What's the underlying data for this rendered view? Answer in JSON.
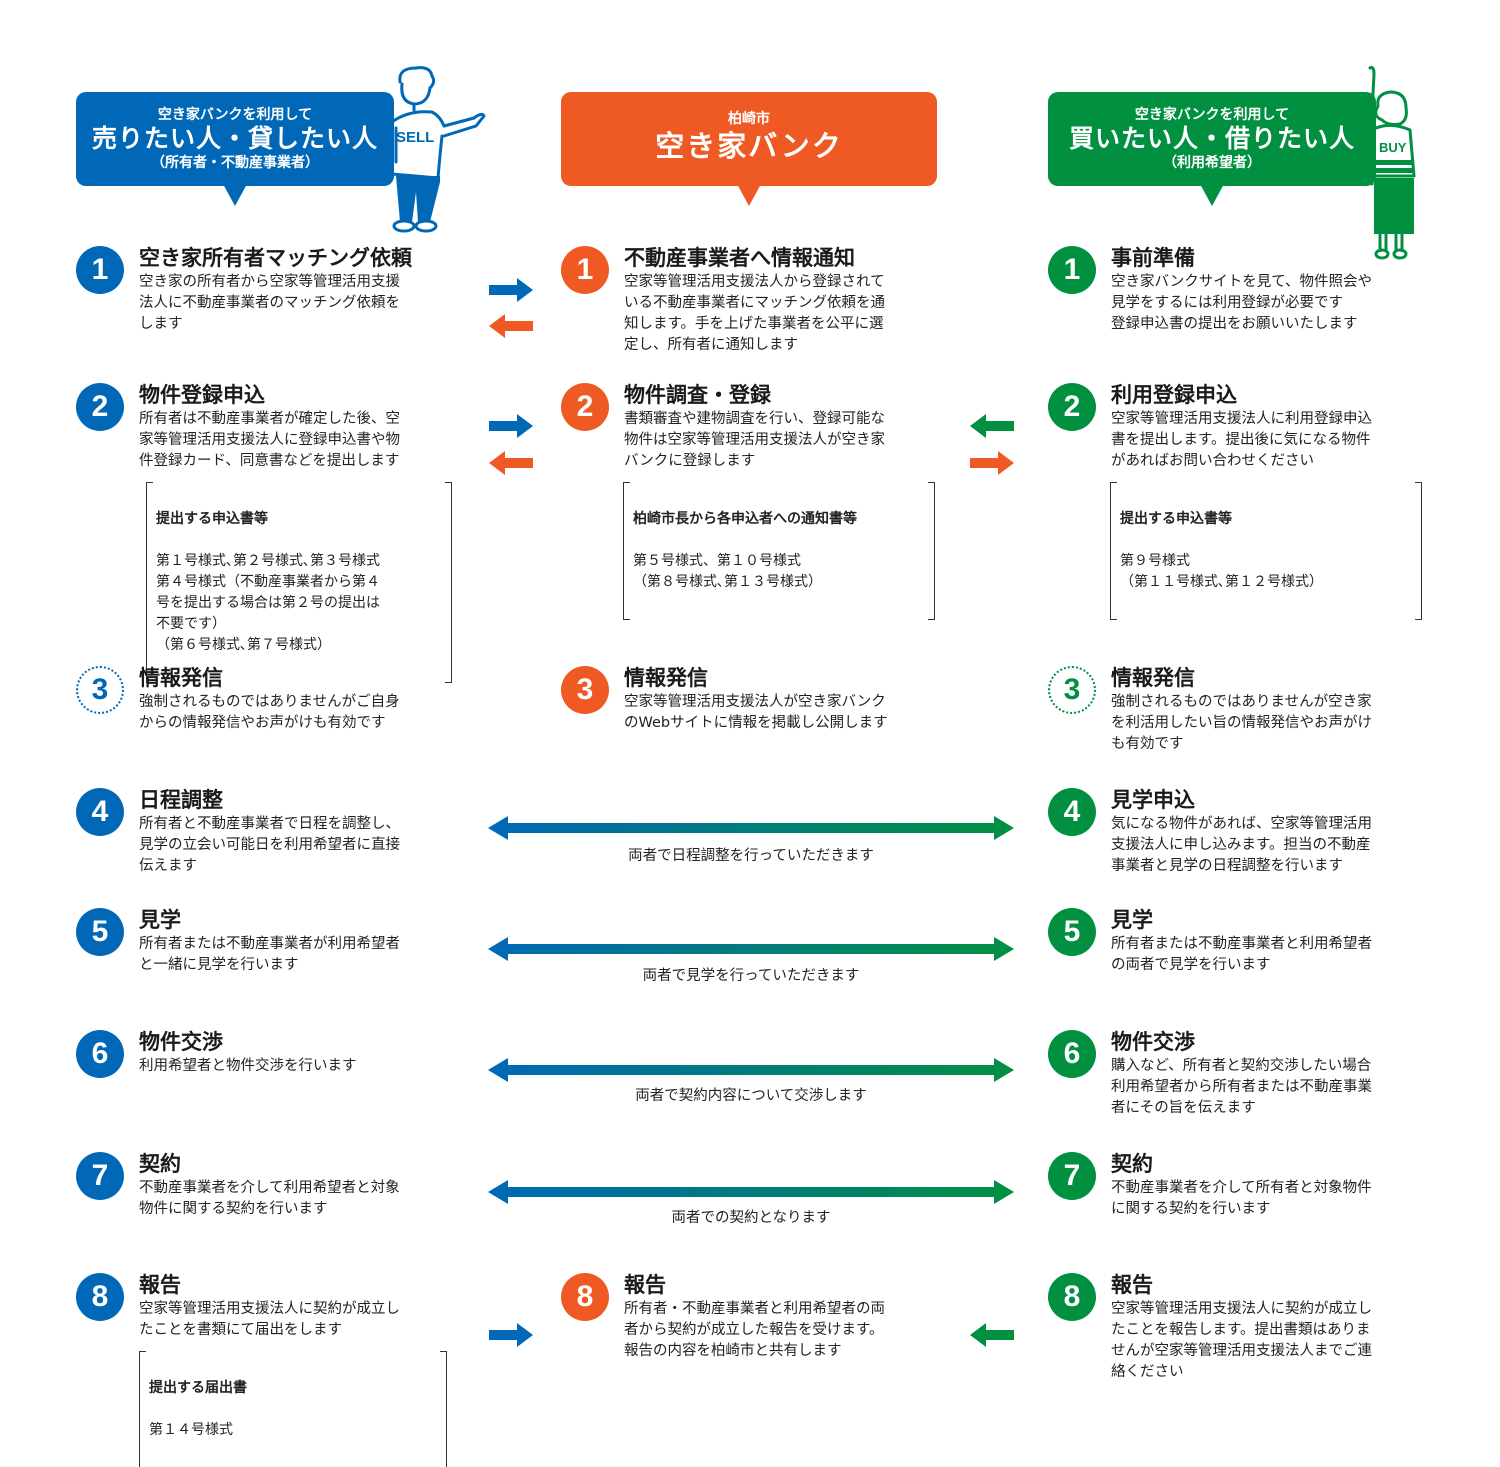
{
  "colors": {
    "seller": "#0068b7",
    "bank": "#ef5a24",
    "buyer": "#009040"
  },
  "headers": {
    "seller": {
      "sub": "空き家バンクを利用して",
      "main": "売りたい人・貸したい人",
      "paren": "（所有者・不動産事業者）",
      "figure_label": "SELL"
    },
    "bank": {
      "sub": "柏崎市",
      "main": "空き家バンク"
    },
    "buyer": {
      "sub": "空き家バンクを利用して",
      "main": "買いたい人・借りたい人",
      "paren": "（利用希望者）",
      "figure_label": "BUY"
    }
  },
  "seller_steps": [
    {
      "num": "1",
      "title": "空き家所有者マッチング依頼",
      "desc": "空き家の所有者から空家等管理活用支援\n法人に不動産事業者のマッチング依頼を\nします"
    },
    {
      "num": "2",
      "title": "物件登録申込",
      "desc": "所有者は不動産事業者が確定した後、空\n家等管理活用支援法人に登録申込書や物\n件登録カード、同意書などを提出します",
      "doc_title": "提出する申込書等",
      "doc_body": "第１号様式､第２号様式､第３号様式\n第４号様式（不動産事業者から第４\n号を提出する場合は第２号の提出は\n不要です）\n（第６号様式､第７号様式）"
    },
    {
      "num": "3",
      "title": "情報発信",
      "desc": "強制されるものではありませんがご自身\nからの情報発信やお声がけも有効です"
    },
    {
      "num": "4",
      "title": "日程調整",
      "desc": "所有者と不動産事業者で日程を調整し、\n見学の立会い可能日を利用希望者に直接\n伝えます"
    },
    {
      "num": "5",
      "title": "見学",
      "desc": "所有者または不動産事業者が利用希望者\nと一緒に見学を行います"
    },
    {
      "num": "6",
      "title": "物件交渉",
      "desc": "利用希望者と物件交渉を行います"
    },
    {
      "num": "7",
      "title": "契約",
      "desc": "不動産事業者を介して利用希望者と対象\n物件に関する契約を行います"
    },
    {
      "num": "8",
      "title": "報告",
      "desc": "空家等管理活用支援法人に契約が成立し\nたことを書類にて届出をします",
      "doc_title": "提出する届出書",
      "doc_body": "第１４号様式"
    }
  ],
  "bank_steps": [
    {
      "num": "1",
      "title": "不動産事業者へ情報通知",
      "desc": "空家等管理活用支援法人から登録されて\nいる不動産事業者にマッチング依頼を通\n知します。手を上げた事業者を公平に選\n定し、所有者に通知します"
    },
    {
      "num": "2",
      "title": "物件調査・登録",
      "desc": "書類審査や建物調査を行い、登録可能な\n物件は空家等管理活用支援法人が空き家\nバンクに登録します",
      "doc_title": "柏崎市長から各申込者への通知書等",
      "doc_body": "第５号様式、第１０号様式\n（第８号様式､第１３号様式）"
    },
    {
      "num": "3",
      "title": "情報発信",
      "desc": "空家等管理活用支援法人が空き家バンク\nのWebサイトに情報を掲載し公開します"
    },
    {
      "num": "8",
      "title": "報告",
      "desc": "所有者・不動産事業者と利用希望者の両\n者から契約が成立した報告を受けます。\n報告の内容を柏崎市と共有します"
    }
  ],
  "buyer_steps": [
    {
      "num": "1",
      "title": "事前準備",
      "desc": "空き家バンクサイトを見て、物件照会や\n見学をするには利用登録が必要です\n登録申込書の提出をお願いいたします"
    },
    {
      "num": "2",
      "title": "利用登録申込",
      "desc": "空家等管理活用支援法人に利用登録申込\n書を提出します。提出後に気になる物件\nがあればお問い合わせください",
      "doc_title": "提出する申込書等",
      "doc_body": "第９号様式\n（第１１号様式､第１２号様式）"
    },
    {
      "num": "3",
      "title": "情報発信",
      "desc": "強制されるものではありませんが空き家\nを利活用したい旨の情報発信やお声がけ\nも有効です"
    },
    {
      "num": "4",
      "title": "見学申込",
      "desc": "気になる物件があれば、空家等管理活用\n支援法人に申し込みます。担当の不動産\n事業者と見学の日程調整を行います"
    },
    {
      "num": "5",
      "title": "見学",
      "desc": "所有者または不動産事業者と利用希望者\nの両者で見学を行います"
    },
    {
      "num": "6",
      "title": "物件交渉",
      "desc": "購入など、所有者と契約交渉したい場合\n利用希望者から所有者または不動産事業\n者にその旨を伝えます"
    },
    {
      "num": "7",
      "title": "契約",
      "desc": "不動産事業者を介して所有者と対象物件\nに関する契約を行います"
    },
    {
      "num": "8",
      "title": "報告",
      "desc": "空家等管理活用支援法人に契約が成立し\nたことを報告します。提出書類はありま\nせんが空家等管理活用支援法人までご連\n絡ください"
    }
  ],
  "mutual_arrows": [
    {
      "step": "4",
      "label": "両者で日程調整を行っていただきます"
    },
    {
      "step": "5",
      "label": "両者で見学を行っていただきます"
    },
    {
      "step": "6",
      "label": "両者で契約内容について交渉します"
    },
    {
      "step": "7",
      "label": "両者での契約となります"
    }
  ]
}
